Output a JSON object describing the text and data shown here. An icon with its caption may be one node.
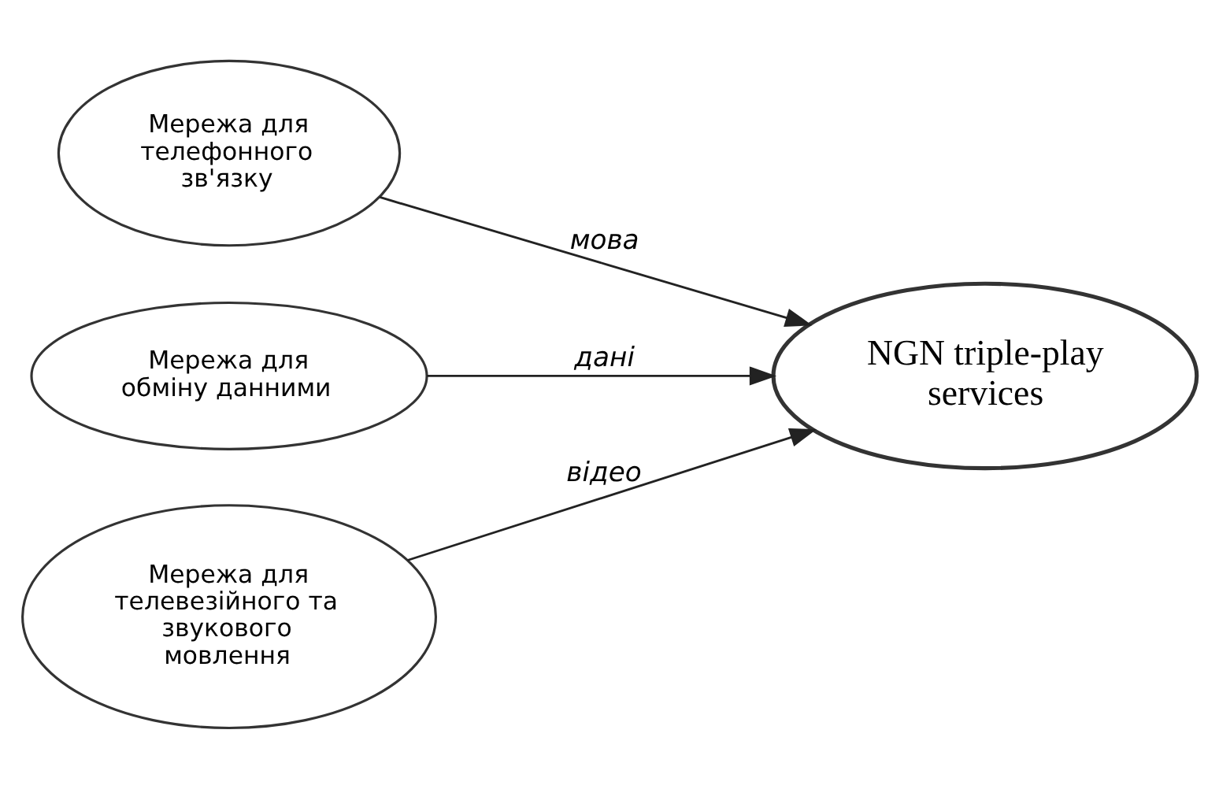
{
  "diagram": {
    "nodes": [
      {
        "text": [
          "Мережа для телефонного зв'язку"
        ]
      },
      {
        "text": [
          "Мережа для обміну данними"
        ]
      },
      {
        "text": [
          "Мережа для телевезійного та звукового мовлення"
        ]
      },
      {
        "text": [
          "NGN triple-play services"
        ]
      }
    ],
    "edges": [
      {
        "from": 0,
        "to": 3,
        "arrow": "to",
        "label": "мова"
      },
      {
        "from": 1,
        "to": 3,
        "arrow": "to",
        "label": "дані"
      },
      {
        "from": 2,
        "to": 3,
        "arrow": "to",
        "label": "відео"
      }
    ]
  }
}
